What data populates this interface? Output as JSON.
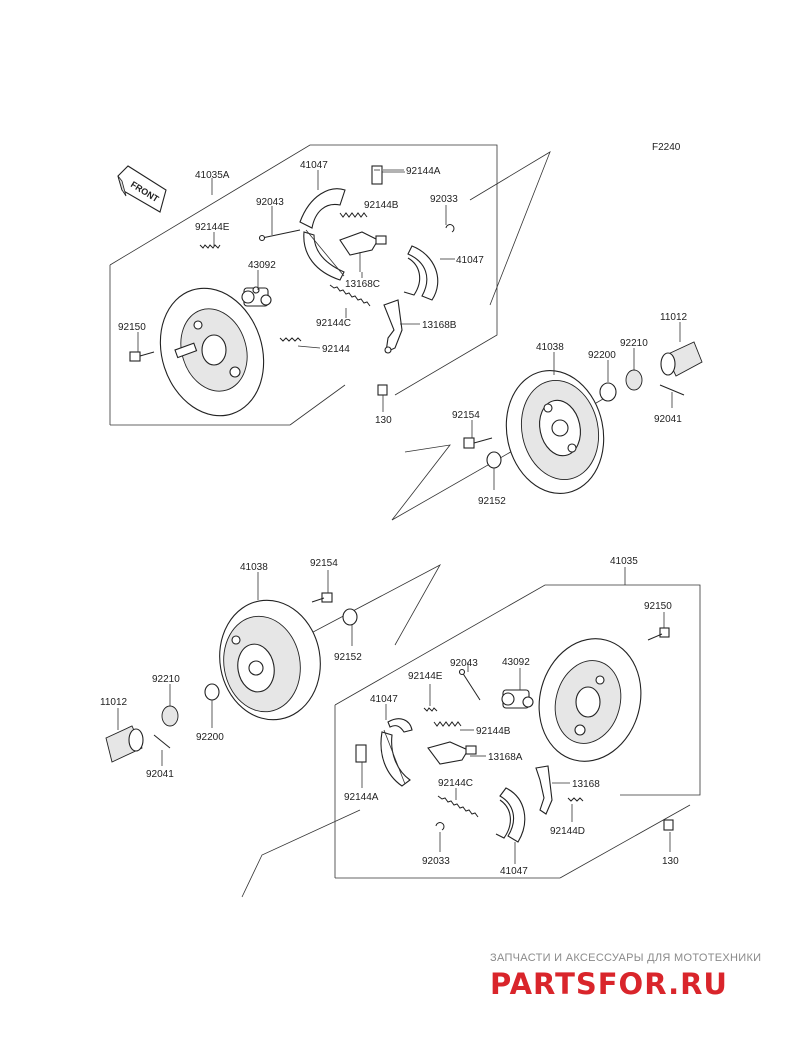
{
  "figure_code": "F2240",
  "front_label": "FRONT",
  "labels": {
    "l_41035A": "41035A",
    "l_41047_a": "41047",
    "l_92144A_a": "92144A",
    "l_92043_a": "92043",
    "l_92144B_a": "92144B",
    "l_92033_a": "92033",
    "l_92144E_a": "92144E",
    "l_43092_a": "43092",
    "l_41047_b": "41047",
    "l_13168C": "13168C",
    "l_92150_a": "92150",
    "l_92144C_a": "92144C",
    "l_13168B": "13168B",
    "l_92144": "92144",
    "l_130_a": "130",
    "l_41038_a": "41038",
    "l_11012_a": "11012",
    "l_92200_a": "92200",
    "l_92210_a": "92210",
    "l_92154_a": "92154",
    "l_92041_a": "92041",
    "l_92152_a": "92152",
    "l_41038_b": "41038",
    "l_92154_b": "92154",
    "l_41035": "41035",
    "l_92150_b": "92150",
    "l_92152_b": "92152",
    "l_92043_b": "92043",
    "l_43092_b": "43092",
    "l_92210_b": "92210",
    "l_92144E_b": "92144E",
    "l_41047_c": "41047",
    "l_11012_b": "11012",
    "l_92144B_b": "92144B",
    "l_92200_b": "92200",
    "l_13168A": "13168A",
    "l_92041_b": "92041",
    "l_92144C_b": "92144C",
    "l_13168": "13168",
    "l_92144A_b": "92144A",
    "l_92144D": "92144D",
    "l_92033_b": "92033",
    "l_41047_d": "41047",
    "l_130_b": "130"
  },
  "watermark": {
    "tagline": "ЗАПЧАСТИ И АКСЕССУАРЫ ДЛЯ МОТОТЕХНИКИ",
    "logo": "PARTSFOR.RU"
  },
  "colors": {
    "line": "#333333",
    "watermark_red": "#d9252b",
    "watermark_gray": "#8a8a8a"
  }
}
